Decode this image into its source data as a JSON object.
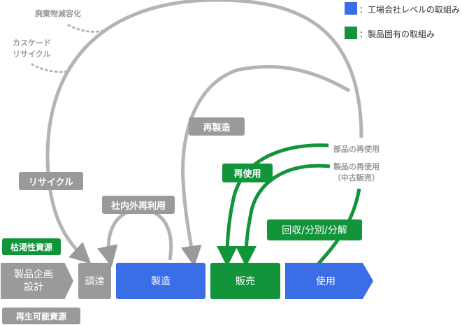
{
  "colors": {
    "blue": "#3b6de6",
    "green": "#12943b",
    "gray": "#9a9a9a"
  },
  "legend": [
    {
      "color": "#3b6de6",
      "label": "：工場会社レベルの取組み"
    },
    {
      "color": "#12943b",
      "label": "：製品固有の取組み"
    }
  ],
  "loops": {
    "waste": "廃棄物減容化",
    "cascade_line1": "カスケード",
    "cascade_line2": "リサイクル",
    "recycle": "リサイクル",
    "remanufacture": "再製造",
    "internal_reuse": "社内外再利用",
    "reuse": "再使用",
    "parts_reuse": "部品の再使用",
    "product_reuse": "製品の再使用",
    "product_reuse_sub": "（中古販売）",
    "collection": "回収/分別/分解"
  },
  "resources": {
    "depletable": "枯渇性資源",
    "renewable": "再生可能資源"
  },
  "stages": {
    "planning_line1": "製品企画",
    "planning_line2": "設計",
    "procurement": "調達",
    "manufacturing": "製造",
    "sales": "販売",
    "use": "使用"
  }
}
